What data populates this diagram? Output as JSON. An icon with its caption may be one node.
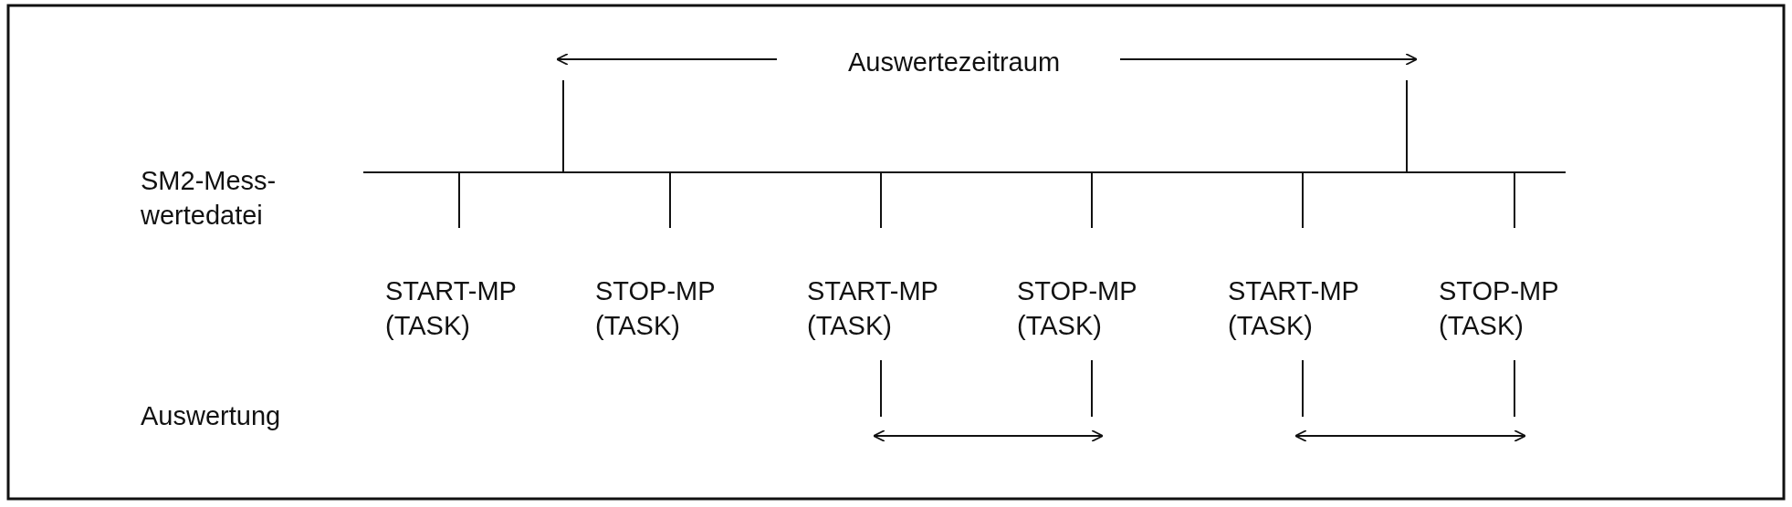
{
  "diagram": {
    "labels": [
      "Auswertezeitraum",
      "SM2-Mess- wertedatei",
      "START-MP (TASK)",
      "STOP-MP (TASK)",
      "START-MP (TASK)",
      "STOP-MP (TASK)",
      "START-MP (TASK)",
      "STOP-MP (TASK)",
      "Auswertung"
    ]
  }
}
